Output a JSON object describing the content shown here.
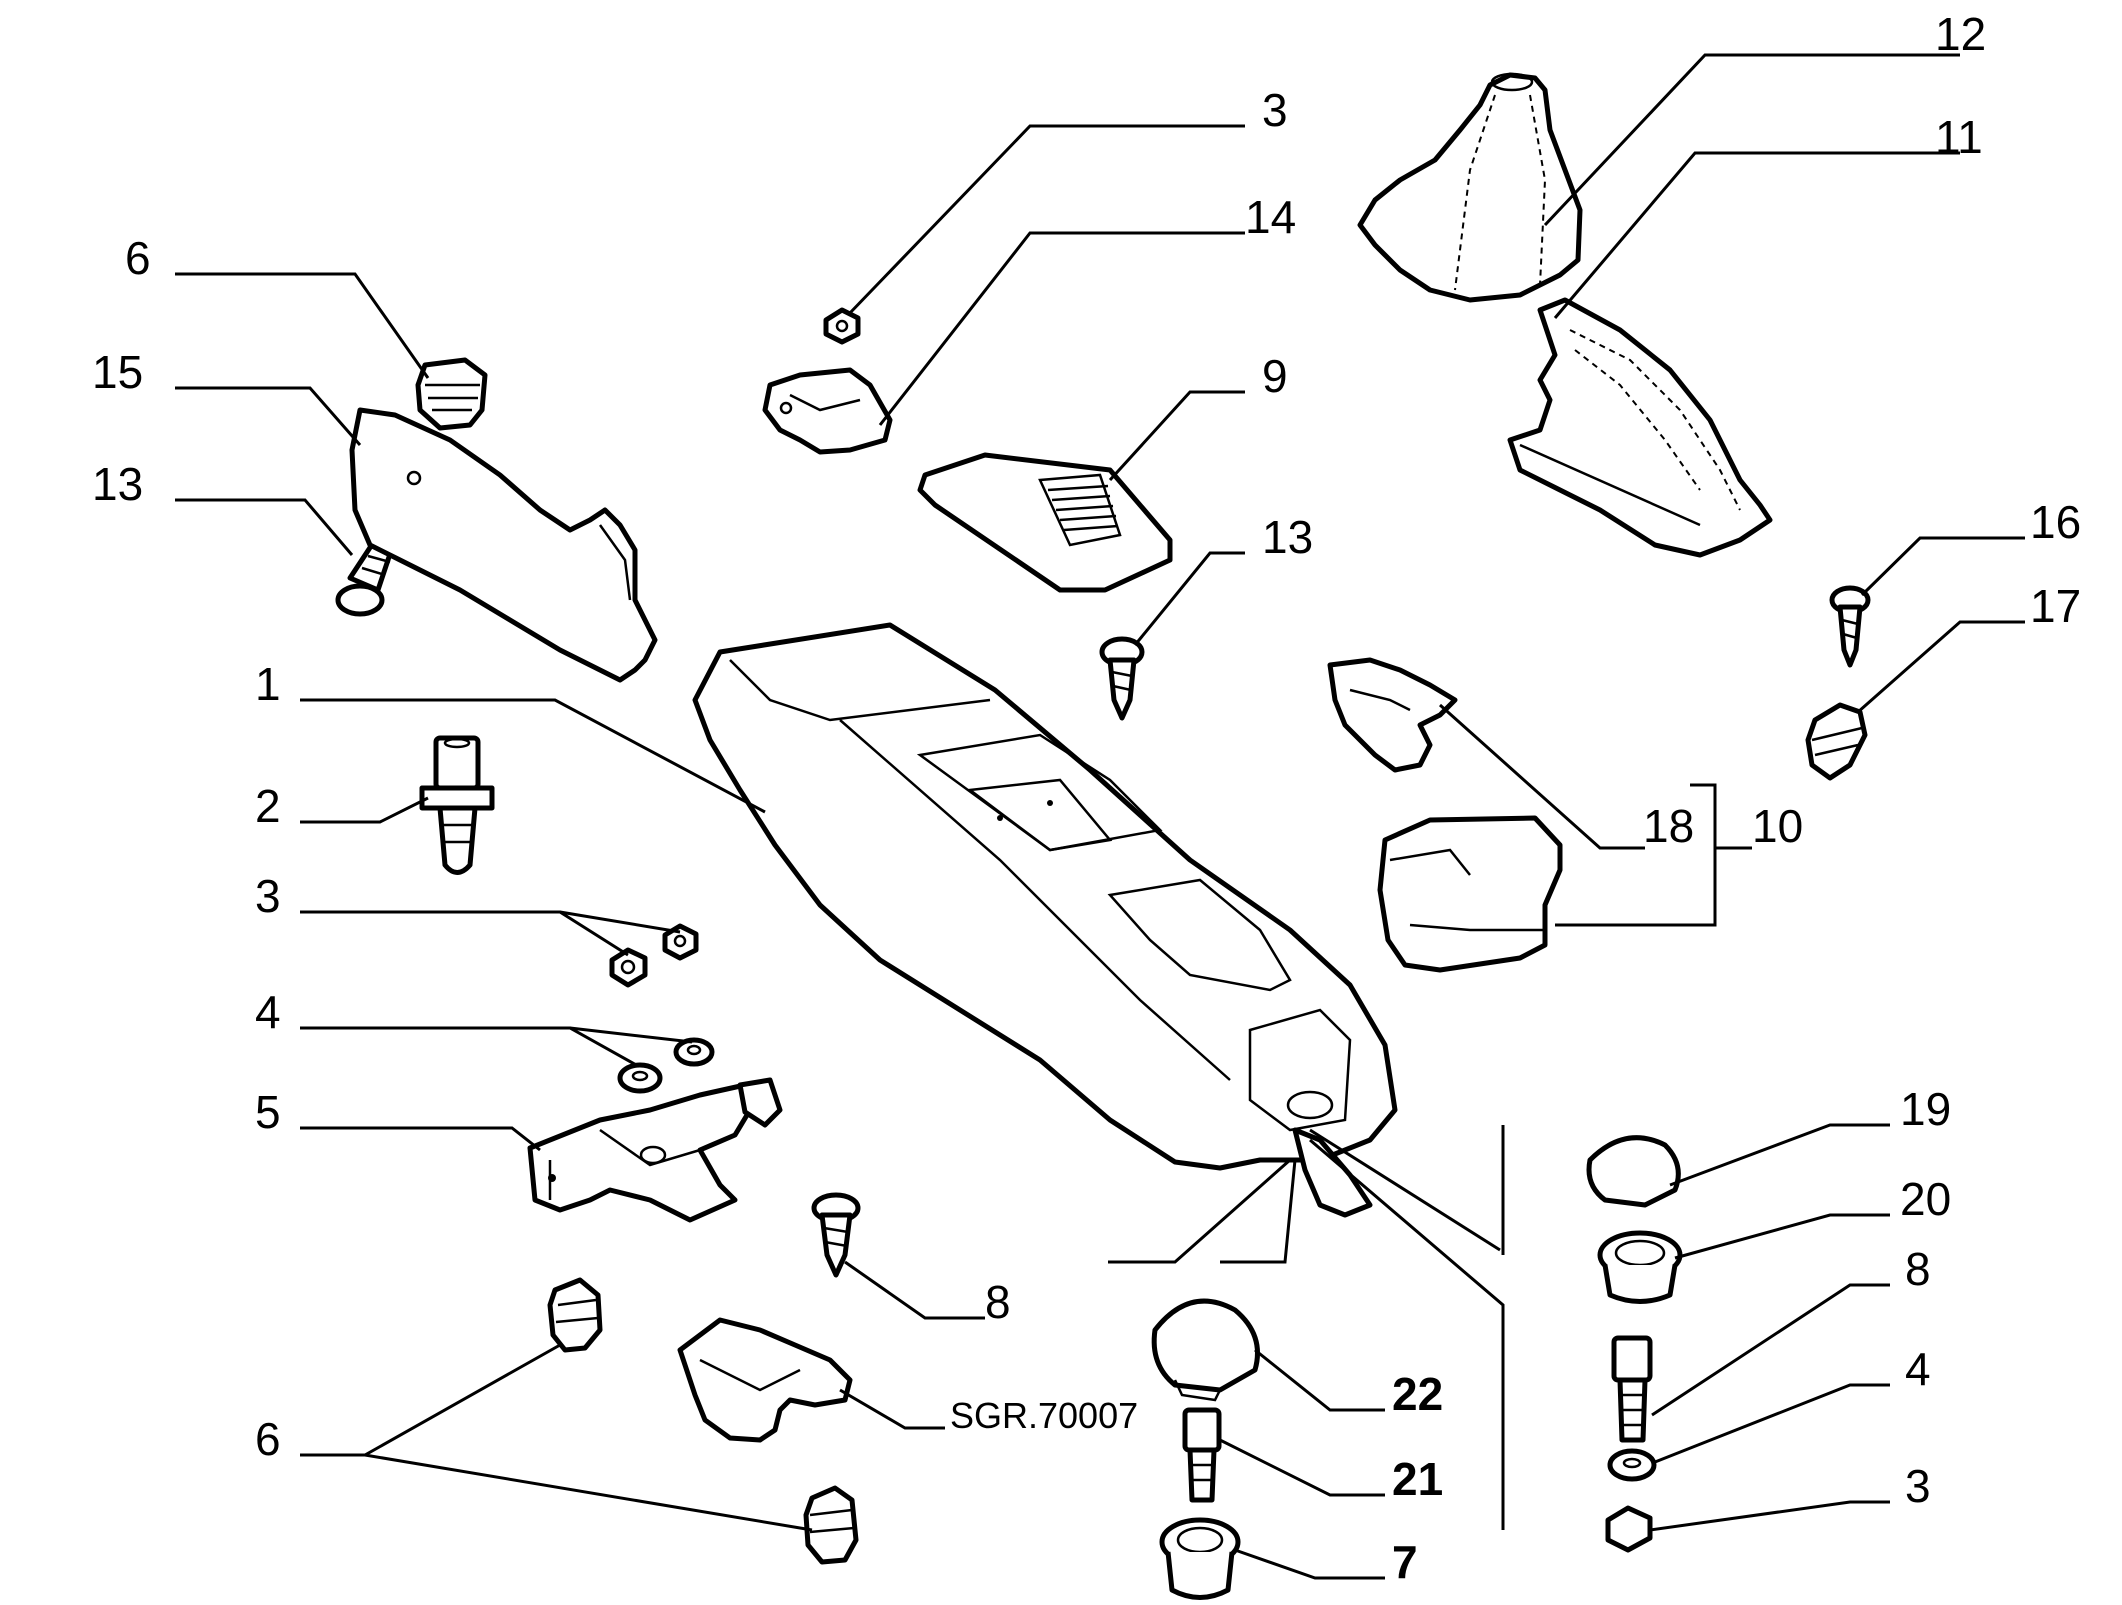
{
  "labels": {
    "l1": "1",
    "l2": "2",
    "l3_nuts": "3",
    "l3_top": "3",
    "l3_right": "3",
    "l4_washers": "4",
    "l4_right": "4",
    "l5": "5",
    "l6_top": "6",
    "l6_bottom": "6",
    "l7": "7",
    "l8_screw": "8",
    "l8_right": "8",
    "l9": "9",
    "l10": "10",
    "l11": "11",
    "l12": "12",
    "l13_left": "13",
    "l13_mid": "13",
    "l14": "14",
    "l15": "15",
    "l16": "16",
    "l17": "17",
    "l18": "18",
    "l19": "19",
    "l20": "20",
    "l21": "21",
    "l22": "22"
  },
  "reference": "SGR.70007"
}
